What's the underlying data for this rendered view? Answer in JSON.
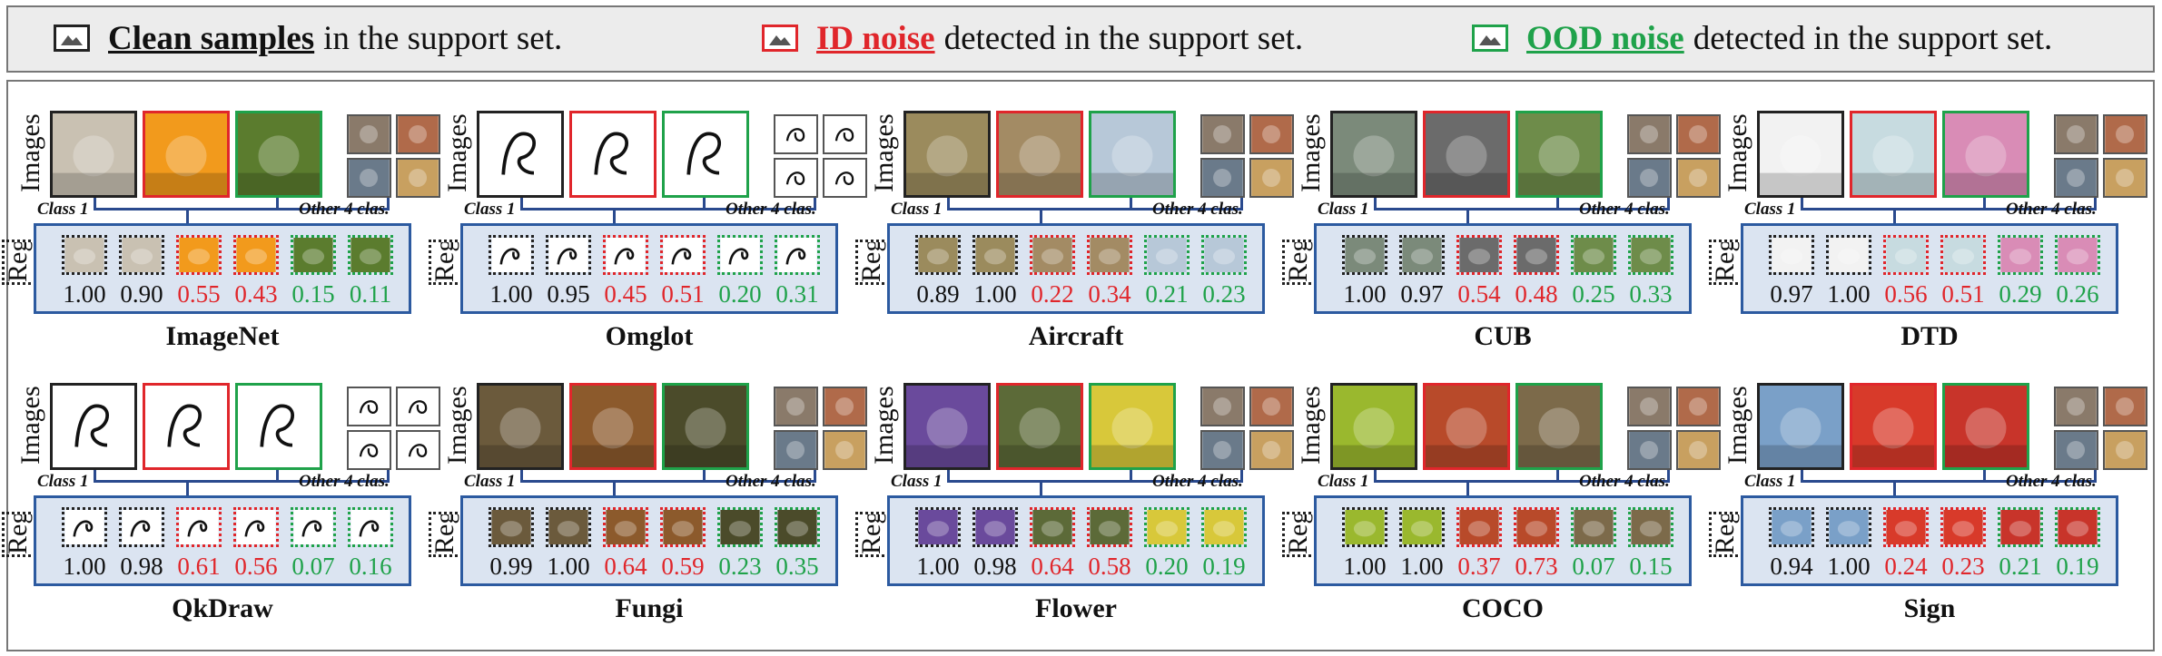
{
  "legend": {
    "clean_bold": "Clean samples",
    "clean_rest": "in the support set.",
    "id_bold": "ID noise",
    "id_rest": "detected in the support set.",
    "ood_bold": "OOD noise",
    "ood_rest": "detected in the support set."
  },
  "labels": {
    "images": "Images",
    "regions": "Regions",
    "class1": "Class 1",
    "other": "Other 4 clas."
  },
  "colors": {
    "clean": "#222222",
    "id": "#e0262b",
    "ood": "#1fa24a",
    "region_bg": "#dbe4f1",
    "region_border": "#2c5aa0"
  },
  "datasets": [
    {
      "name": "ImageNet",
      "scores": [
        "1.00",
        "0.90",
        "0.55",
        "0.43",
        "0.15",
        "0.11"
      ]
    },
    {
      "name": "Omglot",
      "scores": [
        "1.00",
        "0.95",
        "0.45",
        "0.51",
        "0.20",
        "0.31"
      ]
    },
    {
      "name": "Aircraft",
      "scores": [
        "0.89",
        "1.00",
        "0.22",
        "0.34",
        "0.21",
        "0.23"
      ]
    },
    {
      "name": "CUB",
      "scores": [
        "1.00",
        "0.97",
        "0.54",
        "0.48",
        "0.25",
        "0.33"
      ]
    },
    {
      "name": "DTD",
      "scores": [
        "0.97",
        "1.00",
        "0.56",
        "0.51",
        "0.29",
        "0.26"
      ]
    },
    {
      "name": "QkDraw",
      "scores": [
        "1.00",
        "0.98",
        "0.61",
        "0.56",
        "0.07",
        "0.16"
      ]
    },
    {
      "name": "Fungi",
      "scores": [
        "0.99",
        "1.00",
        "0.64",
        "0.59",
        "0.23",
        "0.35"
      ]
    },
    {
      "name": "Flower",
      "scores": [
        "1.00",
        "0.98",
        "0.64",
        "0.58",
        "0.20",
        "0.19"
      ]
    },
    {
      "name": "COCO",
      "scores": [
        "1.00",
        "1.00",
        "0.37",
        "0.73",
        "0.07",
        "0.15"
      ]
    },
    {
      "name": "Sign",
      "scores": [
        "0.94",
        "1.00",
        "0.24",
        "0.23",
        "0.21",
        "0.19"
      ]
    }
  ]
}
